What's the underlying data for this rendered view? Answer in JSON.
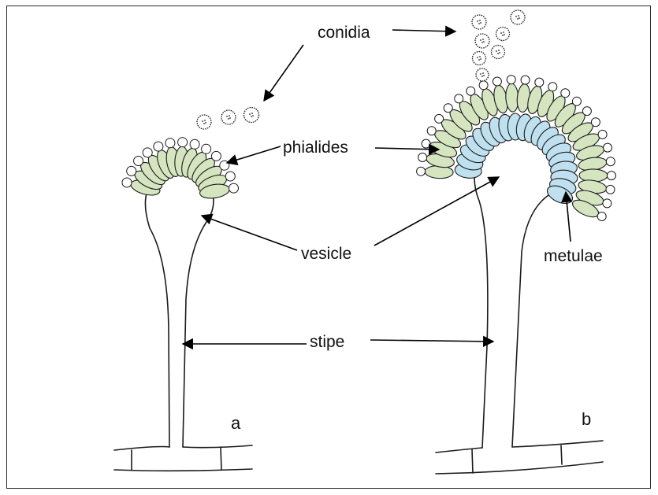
{
  "labels": {
    "conidia": "conidia",
    "phialides": "phialides",
    "vesicle": "vesicle",
    "metulae": "metulae",
    "stipe": "stipe",
    "panel_a": "a",
    "panel_b": "b"
  },
  "colors": {
    "phialide_fill": "#d4e5bf",
    "metula_fill": "#bfe0ef",
    "outline": "#1b1b1b",
    "background": "#ffffff"
  }
}
